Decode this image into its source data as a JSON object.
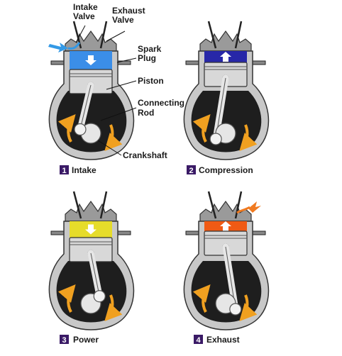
{
  "labels": {
    "intake_valve": [
      "Intake",
      "Valve"
    ],
    "exhaust_valve": [
      "Exhaust",
      "Valve"
    ],
    "spark_plug": [
      "Spark",
      "Plug"
    ],
    "piston": "Piston",
    "connecting_rod": [
      "Connecting",
      "Rod"
    ],
    "crankshaft": "Crankshaft"
  },
  "panels": [
    {
      "number": "1",
      "title": "Intake",
      "color": "#3b8ee8",
      "arrow": "down",
      "flow": "in"
    },
    {
      "number": "2",
      "title": "Compression",
      "color": "#2727a8",
      "arrow": "up",
      "flow": "none"
    },
    {
      "number": "3",
      "title": "Power",
      "color": "#e6dc2a",
      "arrow": "down",
      "flow": "none"
    },
    {
      "number": "4",
      "title": "Exhaust",
      "color": "#f05a14",
      "arrow": "up",
      "flow": "out"
    }
  ],
  "colors": {
    "badge": "#3a1a66",
    "metal": "#bdbdbd",
    "crankcase": "#1e1e1e",
    "rotation_arrow": "#f0a020",
    "intake_flow": "#3399e6",
    "exhaust_flow": "#f07a20"
  }
}
